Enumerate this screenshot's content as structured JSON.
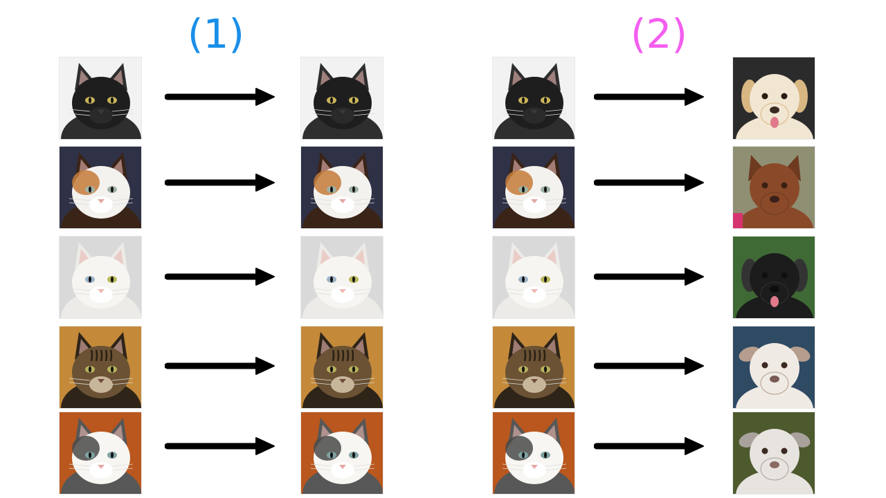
{
  "panels": [
    {
      "label": "(1)",
      "label_color": "#1a8fe8",
      "mapping": "identity",
      "rows": [
        {
          "source": "black-longhair-cat-photo",
          "target": "black-longhair-cat-photo"
        },
        {
          "source": "calico-cat-photo",
          "target": "calico-cat-photo"
        },
        {
          "source": "white-odd-eyed-cat-photo",
          "target": "white-odd-eyed-cat-photo"
        },
        {
          "source": "brown-tabby-cat-photo",
          "target": "brown-tabby-cat-photo"
        },
        {
          "source": "white-gray-fluffy-cat-photo",
          "target": "white-gray-fluffy-cat-photo"
        }
      ]
    },
    {
      "label": "(2)",
      "label_color": "#f45ef0",
      "mapping": "cat-to-dog",
      "rows": [
        {
          "source": "black-longhair-cat-photo",
          "target": "cream-fluffy-dog-photo"
        },
        {
          "source": "calico-cat-photo",
          "target": "brown-pit-mix-dog-photo"
        },
        {
          "source": "white-odd-eyed-cat-photo",
          "target": "black-shaggy-dog-photo"
        },
        {
          "source": "brown-tabby-cat-photo",
          "target": "white-pitbull-puppy-photo"
        },
        {
          "source": "white-gray-fluffy-cat-photo",
          "target": "gray-white-puppy-photo"
        }
      ]
    }
  ],
  "arrow_icon": "right-arrow-icon",
  "arrow_color": "#000000"
}
